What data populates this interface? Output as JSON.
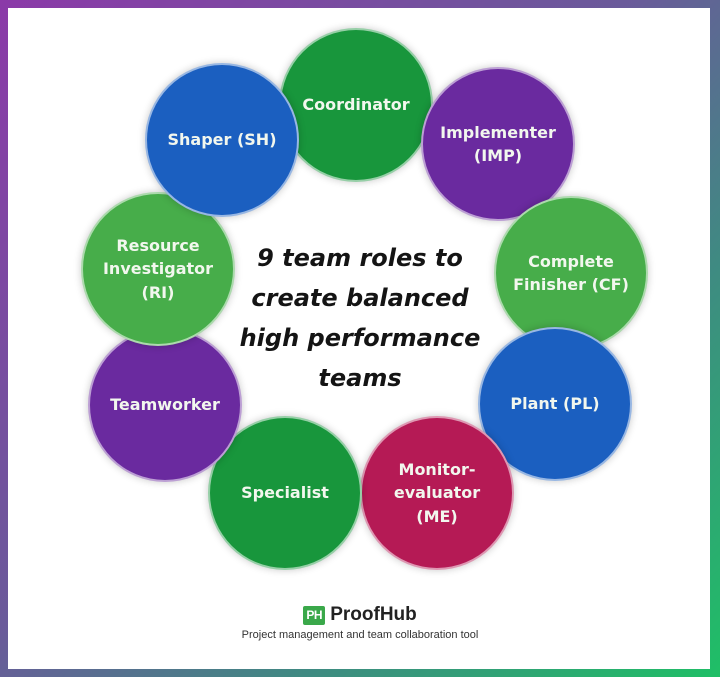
{
  "title": "9 team roles to\ncreate balanced\nhigh performance\nteams",
  "colors": {
    "border_start": "#8b3aa8",
    "border_end": "#1fbf66",
    "green_dark": "#18963c",
    "green_light": "#47ad4a",
    "blue": "#1b5fc0",
    "purple": "#6a2a9f",
    "crimson": "#b51a55"
  },
  "roles": [
    {
      "label": "Coordinator",
      "color": "#18963c"
    },
    {
      "label": "Implementer\n(IMP)",
      "color": "#6a2a9f"
    },
    {
      "label": "Complete\nFinisher (CF)",
      "color": "#47ad4a"
    },
    {
      "label": "Plant (PL)",
      "color": "#1b5fc0"
    },
    {
      "label": "Monitor-\nevaluator\n(ME)",
      "color": "#b51a55"
    },
    {
      "label": "Specialist",
      "color": "#18963c"
    },
    {
      "label": "Teamworker",
      "color": "#6a2a9f"
    },
    {
      "label": "Resource\nInvestigator\n(RI)",
      "color": "#47ad4a"
    },
    {
      "label": "Shaper (SH)",
      "color": "#1b5fc0"
    }
  ],
  "brand": {
    "logo_text": "PH",
    "name": "ProofHub",
    "tagline": "Project management and team collaboration tool"
  }
}
